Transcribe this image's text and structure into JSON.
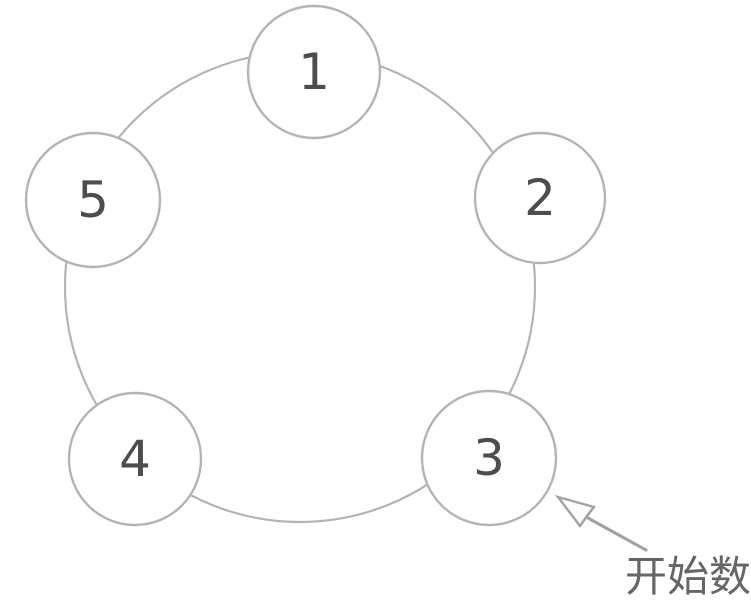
{
  "figure": {
    "type": "ring-counting-diagram",
    "nodes": [
      {
        "label": "1"
      },
      {
        "label": "2"
      },
      {
        "label": "3"
      },
      {
        "label": "4"
      },
      {
        "label": "5"
      }
    ],
    "annotation": {
      "label": "开始数",
      "arrow_icon": "arrow-pointing-up-left",
      "points_to_node": "3"
    },
    "colors": {
      "background": "#ffffff",
      "stroke": "#b4b4b4",
      "number": "#4d4d4d",
      "annotation_text": "#666666",
      "arrow": "#a2a2a2"
    }
  }
}
